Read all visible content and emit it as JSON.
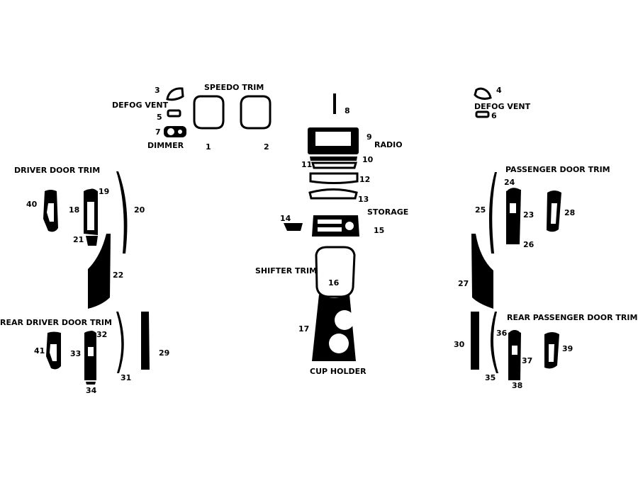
{
  "colors": {
    "ink": "#000000",
    "background": "#ffffff"
  },
  "section_labels": {
    "speedo_trim": "SPEEDO TRIM",
    "defog_vent_left": "DEFOG VENT",
    "defog_vent_right": "DEFOG VENT",
    "dimmer": "DIMMER",
    "radio": "RADIO",
    "storage": "STORAGE",
    "shifter_trim": "SHIFTER TRIM",
    "cup_holder": "CUP HOLDER",
    "driver_door_trim": "DRIVER DOOR TRIM",
    "passenger_door_trim": "PASSENGER DOOR TRIM",
    "rear_driver_door_trim": "REAR DRIVER DOOR TRIM",
    "rear_passenger_door_trim": "REAR PASSENGER DOOR TRIM"
  },
  "part_numbers": {
    "p1": "1",
    "p2": "2",
    "p3": "3",
    "p4": "4",
    "p5": "5",
    "p6": "6",
    "p7": "7",
    "p8": "8",
    "p9": "9",
    "p10": "10",
    "p11": "11",
    "p12": "12",
    "p13": "13",
    "p14": "14",
    "p15": "15",
    "p16": "16",
    "p17": "17",
    "p18": "18",
    "p19": "19",
    "p20": "20",
    "p21": "21",
    "p22": "22",
    "p23": "23",
    "p24": "24",
    "p25": "25",
    "p26": "26",
    "p27": "27",
    "p28": "28",
    "p29": "29",
    "p30": "30",
    "p31": "31",
    "p32": "32",
    "p33": "33",
    "p34": "34",
    "p35": "35",
    "p36": "36",
    "p37": "37",
    "p38": "38",
    "p39": "39",
    "p40": "40",
    "p41": "41"
  }
}
